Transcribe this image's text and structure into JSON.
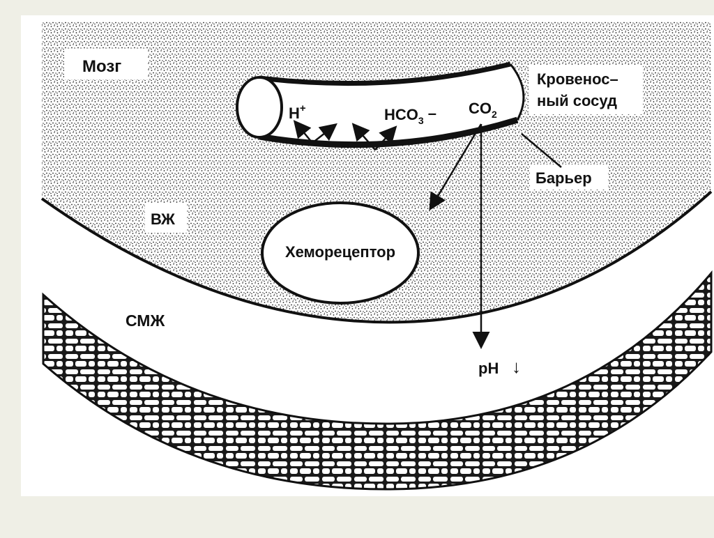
{
  "labels": {
    "brain": "Мозг",
    "vessel_line1": "Кровенос–",
    "vessel_line2": "ный сосуд",
    "barrier": "Барьер",
    "isf": "ВЖ",
    "chemoreceptor": "Хеморецептор",
    "csf": "СМЖ",
    "ph": "pH",
    "ph_arrow": "↓",
    "h_ion": "H",
    "h_sup": "+",
    "bicarb": "HCO",
    "bicarb_sub": "3",
    "bicarb_charge": "–",
    "co2": "CO",
    "co2_sub": "2"
  },
  "colors": {
    "background": "#efefe6",
    "paper": "#ffffff",
    "ink": "#111111"
  }
}
